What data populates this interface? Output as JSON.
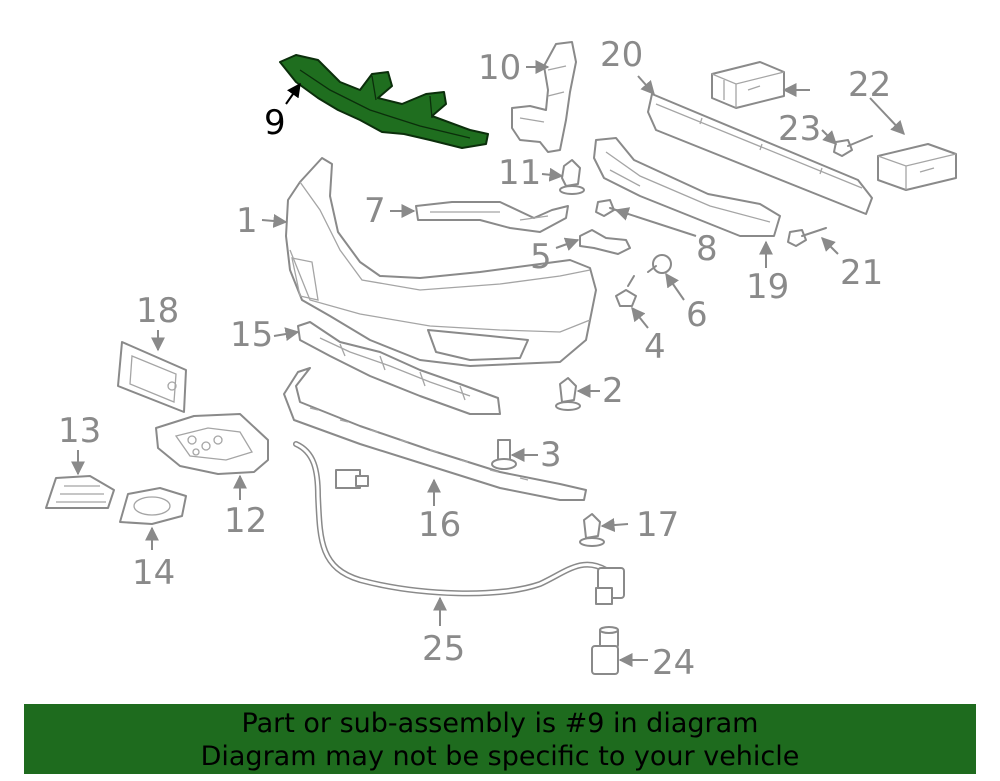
{
  "diagram": {
    "highlighted_part": "9",
    "callouts": [
      "1",
      "2",
      "3",
      "4",
      "5",
      "6",
      "7",
      "8",
      "9",
      "10",
      "11",
      "12",
      "13",
      "14",
      "15",
      "16",
      "17",
      "18",
      "19",
      "20",
      "21",
      "22",
      "23",
      "24",
      "25"
    ],
    "colors": {
      "highlight": "#1f6e1f",
      "parts": "#8a8a8a",
      "banner": "#1e6b1e"
    }
  },
  "banner": {
    "line1": "Part or sub-assembly is #9 in diagram",
    "line2": "Diagram may not be specific to your vehicle"
  }
}
